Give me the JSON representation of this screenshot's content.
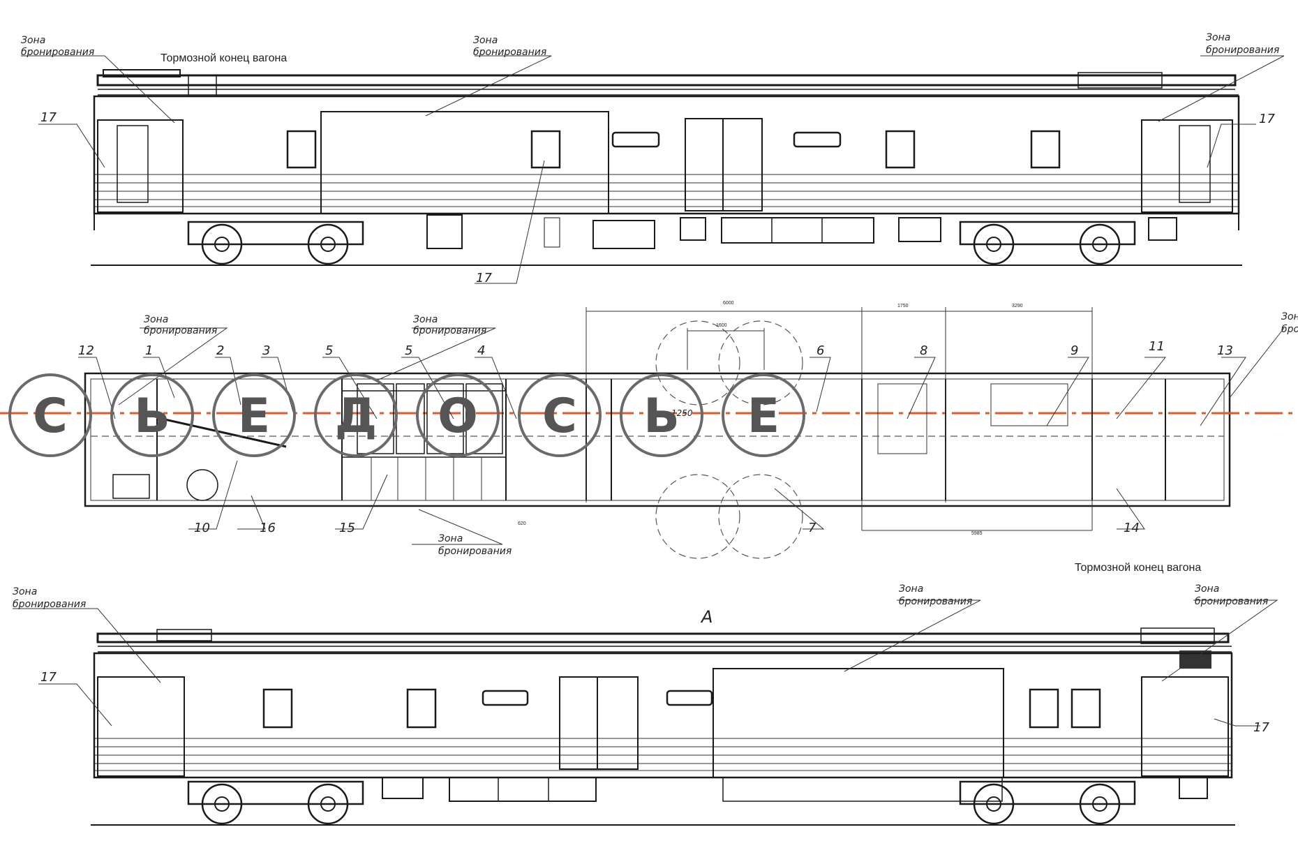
{
  "labels": {
    "zone": "Зона бронирования",
    "zone_line1": "Зона",
    "zone_line2": "бронирования",
    "brake_end": "Тормозной конец вагона",
    "view_a": "А"
  },
  "callouts": [
    "1",
    "2",
    "3",
    "4",
    "5",
    "6",
    "7",
    "8",
    "9",
    "10",
    "11",
    "12",
    "13",
    "14",
    "15",
    "16",
    "17"
  ],
  "dimensions": [
    "6000",
    "1750",
    "3290",
    "5985",
    "620",
    "1250",
    "1600"
  ],
  "watermark": {
    "letters": [
      "С",
      "Ь",
      "Е",
      "Д",
      "О",
      "С",
      "Ь",
      "Е"
    ],
    "color": "#d9541e"
  },
  "colors": {
    "line": "#1a1a1a",
    "hatch": "#333333",
    "axis": "#e05a2b"
  }
}
